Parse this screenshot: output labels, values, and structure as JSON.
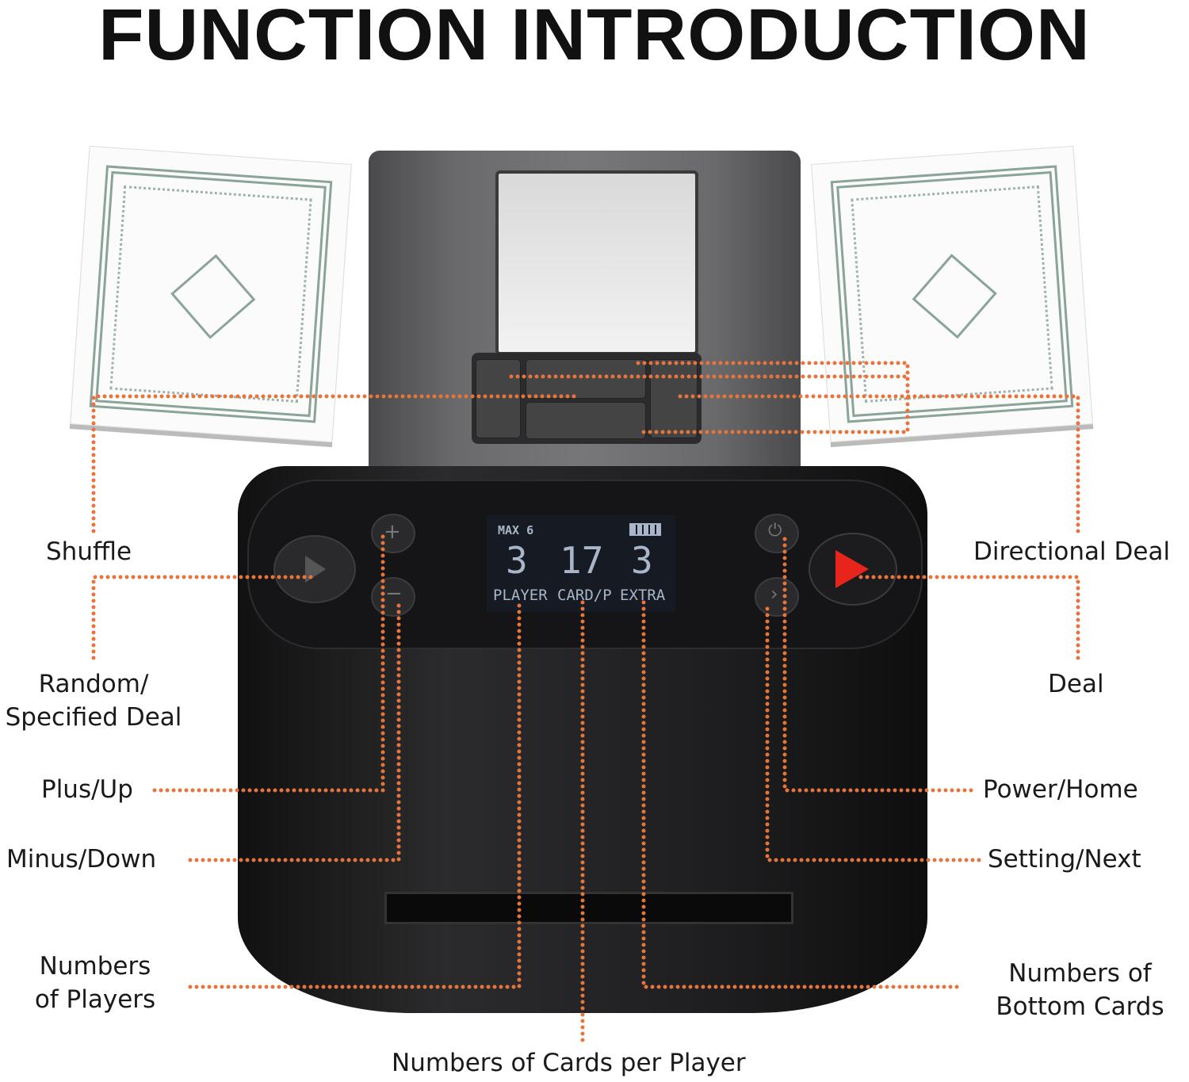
{
  "title": "FUNCTION INTRODUCTION",
  "lcd": {
    "max": "MAX 6",
    "players": "3",
    "cards": "17",
    "extra": "3",
    "players_label": "PLAYER",
    "cards_label": "CARD/P",
    "extra_label": "EXTRA",
    "battery_icon": "battery-full"
  },
  "labels": {
    "shuffle": "Shuffle",
    "random_specified_deal_1": "Random/",
    "random_specified_deal_2": "Specified Deal",
    "plus_up": "Plus/Up",
    "minus_down": "Minus/Down",
    "numbers_of_players_1": "Numbers",
    "numbers_of_players_2": "of Players",
    "directional_deal": "Directional Deal",
    "deal": "Deal",
    "power_home": "Power/Home",
    "setting_next": "Setting/Next",
    "bottom_cards_1": "Numbers of",
    "bottom_cards_2": "Bottom Cards",
    "cards_per_player": "Numbers of Cards per Player"
  },
  "colors": {
    "leader": "#e8743b",
    "deal_button": "#e8251d"
  }
}
